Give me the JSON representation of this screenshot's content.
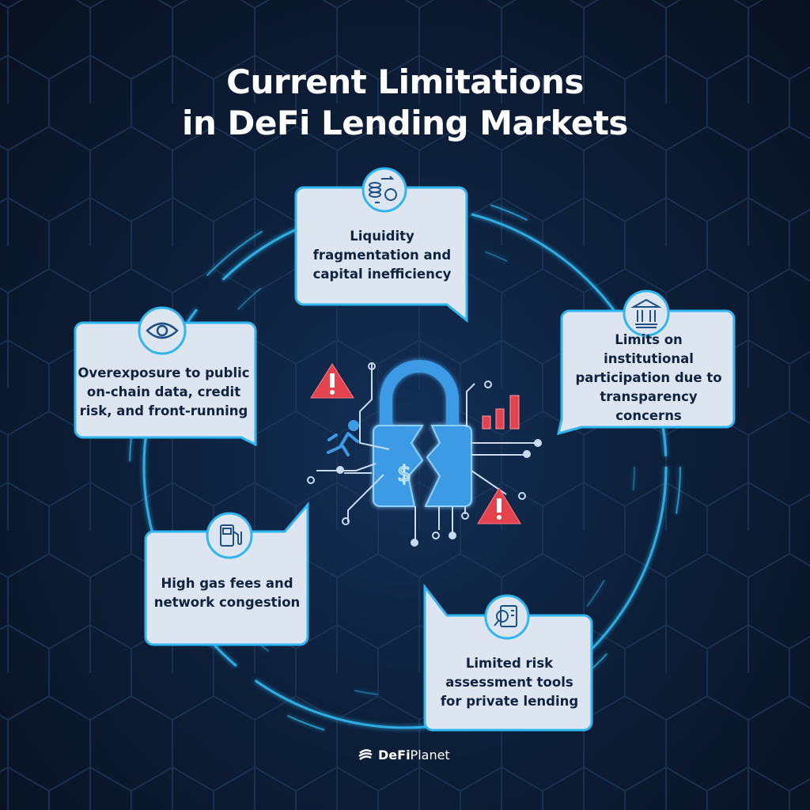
{
  "title": {
    "line1": "Current Limitations",
    "line2": "in DeFi Lending Markets"
  },
  "cards": [
    {
      "id": "liquidity",
      "icon": "coins-exchange-icon",
      "text": "Liquidity fragmentation and capital inefficiency"
    },
    {
      "id": "institutional",
      "icon": "bank-building-icon",
      "text": "Limits on institutional participation due to transparency concerns"
    },
    {
      "id": "overexposure",
      "icon": "eye-icon",
      "text": "Overexposure to public on-chain data, credit risk, and front-running"
    },
    {
      "id": "gas",
      "icon": "gas-pump-icon",
      "text": "High gas fees and network congestion"
    },
    {
      "id": "risk",
      "icon": "document-magnifier-icon",
      "text": "Limited risk assessment tools for private lending"
    }
  ],
  "colors": {
    "accent": "#2fb6f0",
    "card": "#dde6f0",
    "alert": "#e5424d",
    "lock": "#3d9be6"
  },
  "footer": {
    "brand_bold": "DeFi",
    "brand_rest": "Planet"
  }
}
